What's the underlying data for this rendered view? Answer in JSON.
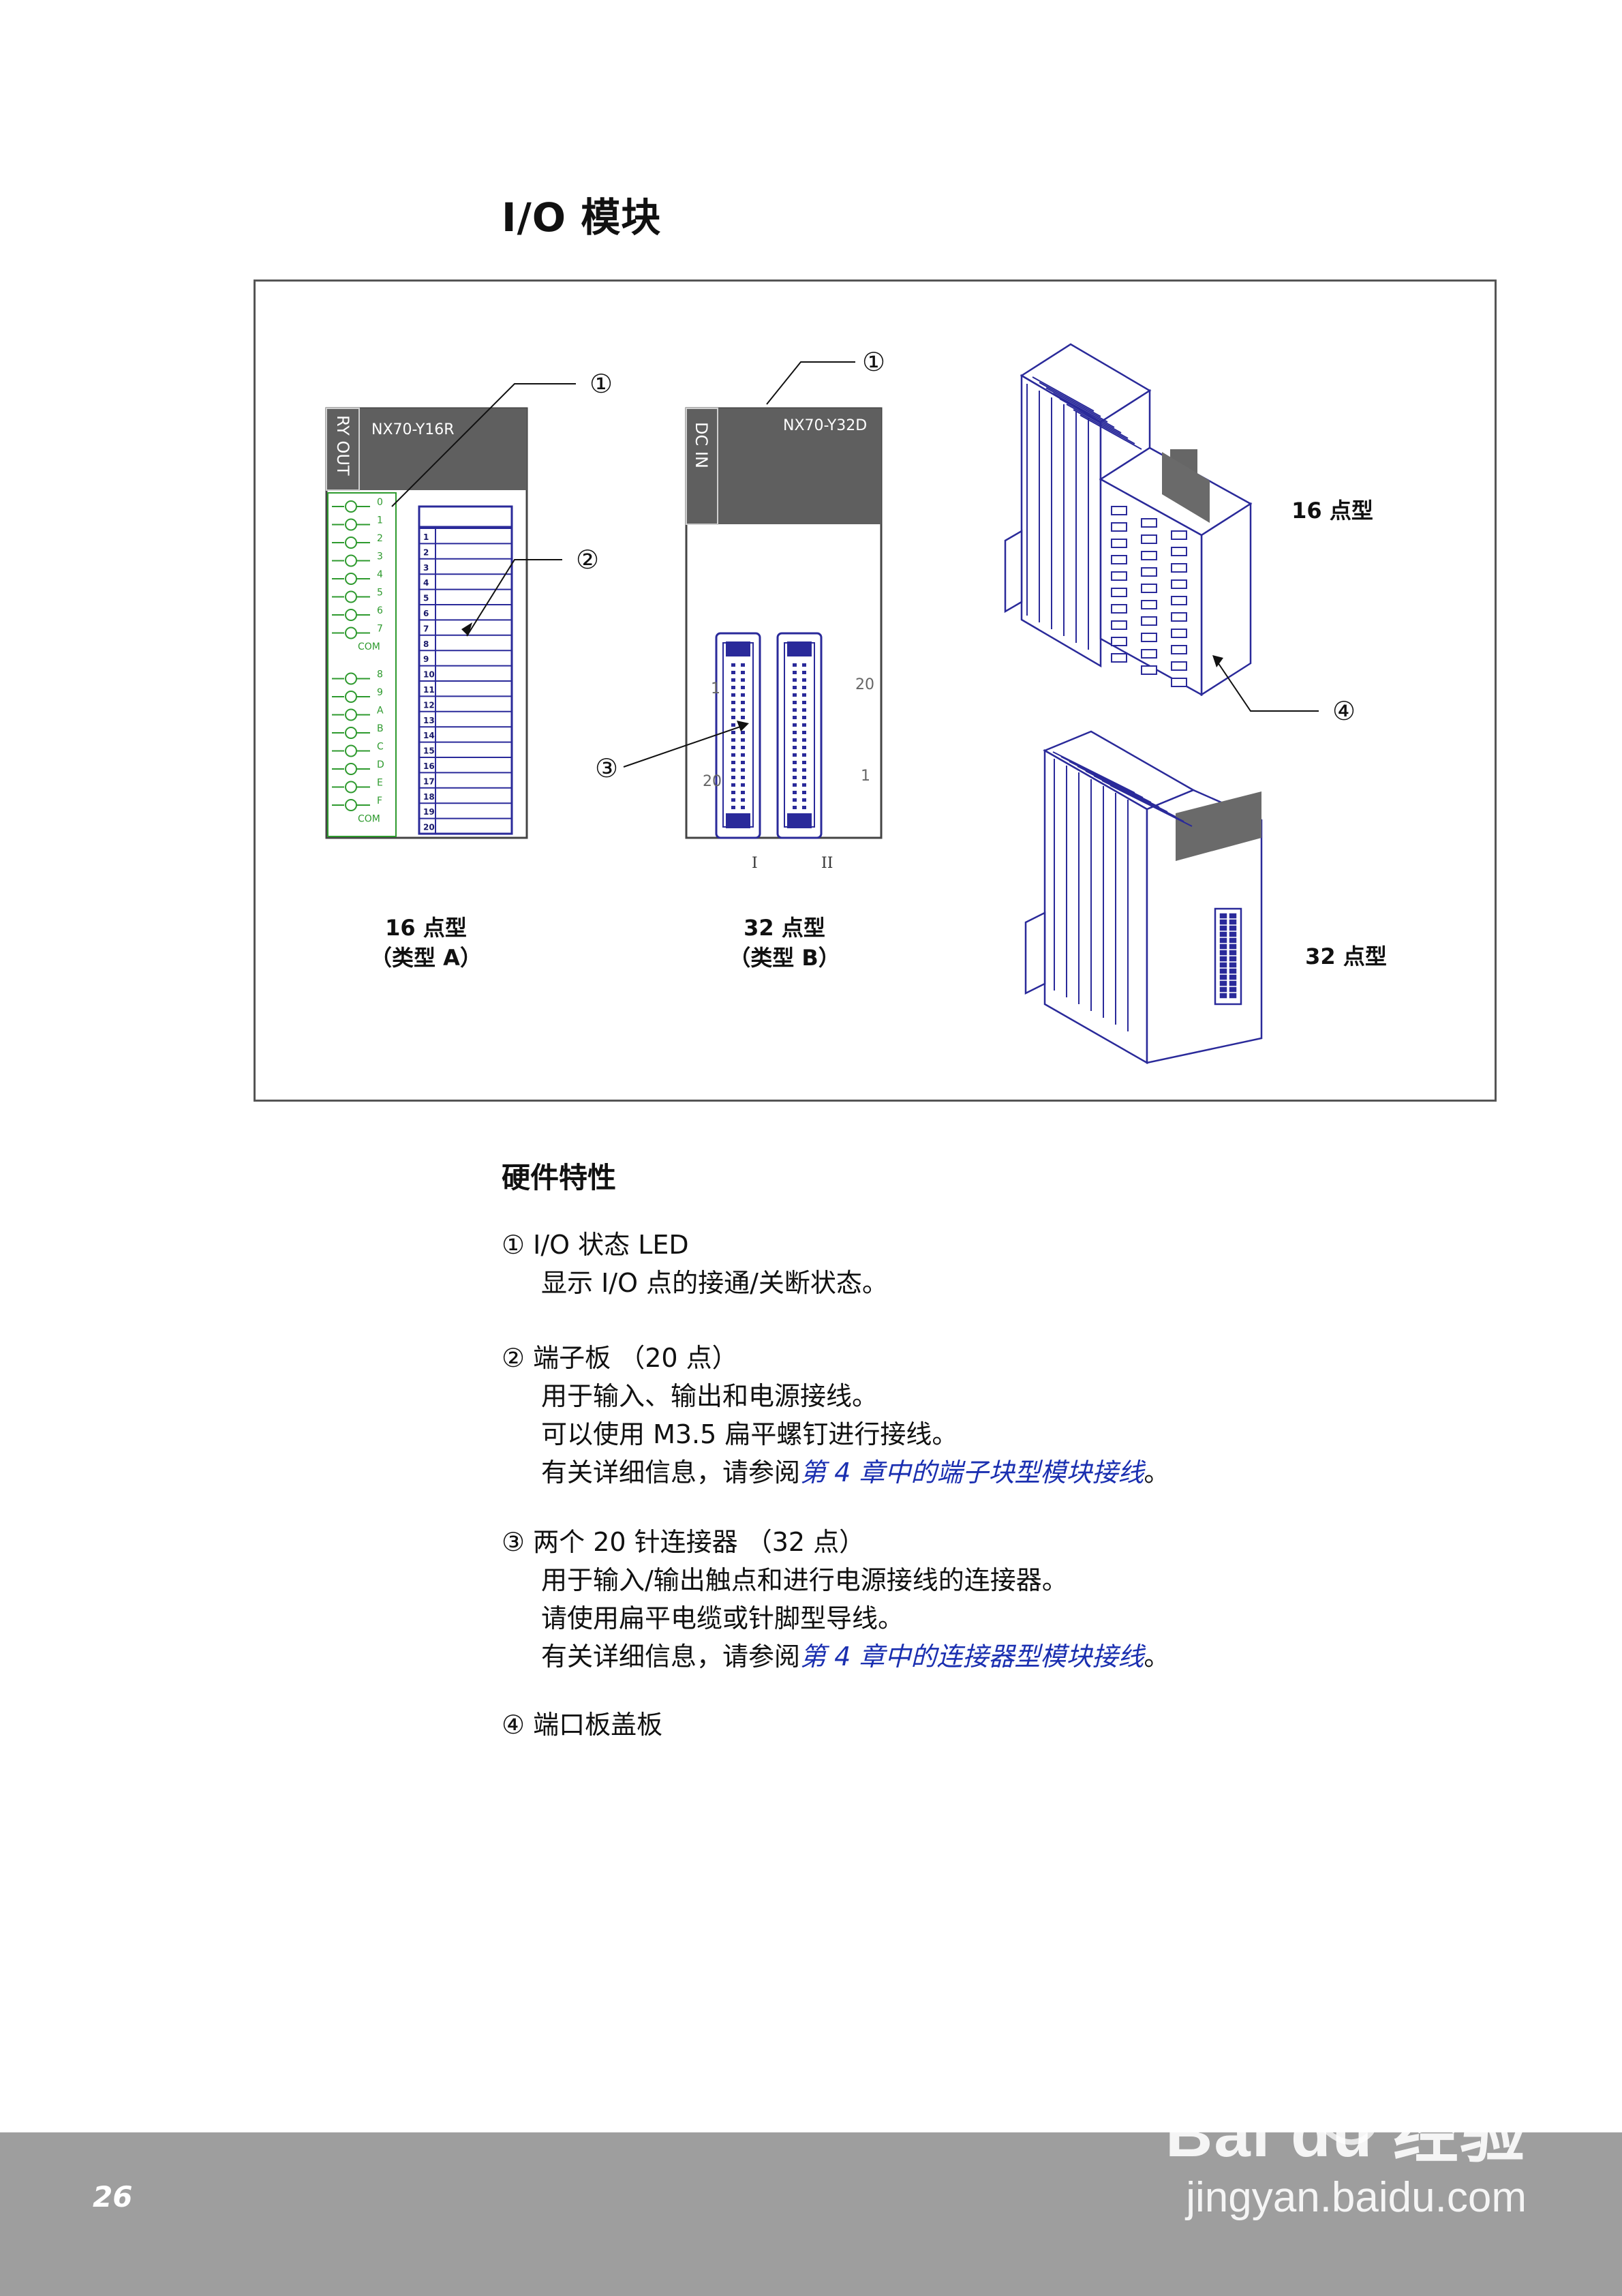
{
  "page": {
    "title": "I/O 模块",
    "page_number": "26"
  },
  "figure": {
    "module_a": {
      "label_vertical": "RY OUT",
      "model": "NX70-Y16R",
      "caption_line1": "16 点型",
      "caption_line2": "（类型 A）",
      "terminal_numbers": [
        "1",
        "2",
        "3",
        "4",
        "5",
        "6",
        "7",
        "8",
        "9",
        "10",
        "11",
        "12",
        "13",
        "14",
        "15",
        "16",
        "17",
        "18",
        "19",
        "20"
      ],
      "led_labels": [
        "0",
        "1",
        "2",
        "3",
        "4",
        "5",
        "6",
        "7",
        "COM",
        "8",
        "9",
        "A",
        "B",
        "C",
        "D",
        "E",
        "F",
        "COM"
      ]
    },
    "module_b": {
      "label_vertical": "DC IN",
      "model": "NX70-Y32D",
      "caption_line1": "32 点型",
      "caption_line2": "（类型 B）",
      "connector_labels": {
        "left_top": "1",
        "left_bottom": "20",
        "right_top": "20",
        "right_bottom": "1",
        "conn1": "I",
        "conn2": "II"
      }
    },
    "iso_16_label": "16 点型",
    "iso_32_label": "32 点型",
    "callouts": [
      "①",
      "①",
      "②",
      "③",
      "④"
    ]
  },
  "hardware": {
    "heading": "硬件特性",
    "items": [
      {
        "title": "① I/O 状态 LED",
        "lines": [
          "显示 I/O 点的接通/关断状态。"
        ],
        "ref_prefix": "",
        "ref_link": "",
        "ref_suffix": ""
      },
      {
        "title": "② 端子板 （20 点）",
        "lines": [
          "用于输入、输出和电源接线。",
          "可以使用 M3.5 扁平螺钉进行接线。"
        ],
        "ref_prefix": "有关详细信息，请参阅",
        "ref_link": "第 4 章中的端子块型模块接线",
        "ref_suffix": "。"
      },
      {
        "title": "③ 两个 20 针连接器 （32 点）",
        "lines": [
          "用于输入/输出触点和进行电源接线的连接器。",
          "请使用扁平电缆或针脚型导线。"
        ],
        "ref_prefix": "有关详细信息，请参阅",
        "ref_link": "第 4 章中的连接器型模块接线",
        "ref_suffix": "。"
      },
      {
        "title": "④ 端口板盖板",
        "lines": [],
        "ref_prefix": "",
        "ref_link": "",
        "ref_suffix": ""
      }
    ]
  },
  "watermark": {
    "logo": "Bai du 经验",
    "url": "jingyan.baidu.com"
  },
  "colors": {
    "line_blue": "#2a2a9a",
    "led_green": "#2e9a2e",
    "dark_panel": "#5f5f5f",
    "link": "#1a2fb0",
    "footer": "#9e9e9e"
  }
}
